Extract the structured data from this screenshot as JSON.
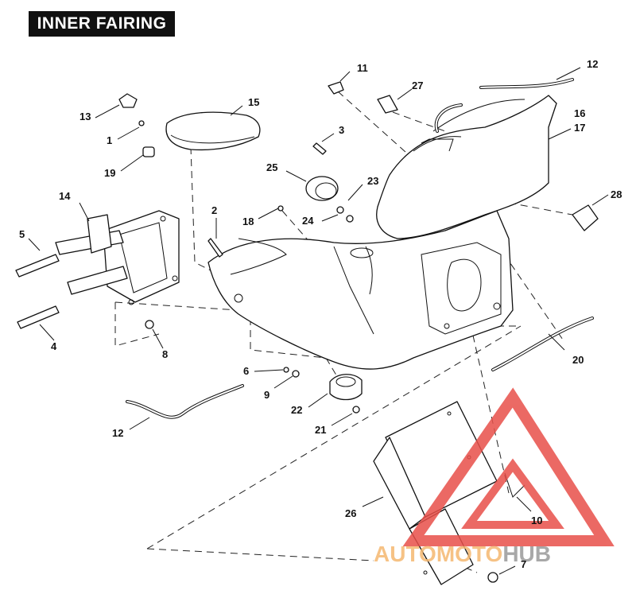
{
  "title": "INNER FAIRING",
  "callouts": [
    {
      "id": "1",
      "label": "1"
    },
    {
      "id": "2",
      "label": "2"
    },
    {
      "id": "3",
      "label": "3"
    },
    {
      "id": "4",
      "label": "4"
    },
    {
      "id": "5",
      "label": "5"
    },
    {
      "id": "6",
      "label": "6"
    },
    {
      "id": "7",
      "label": "7"
    },
    {
      "id": "8",
      "label": "8"
    },
    {
      "id": "9",
      "label": "9"
    },
    {
      "id": "10",
      "label": "10"
    },
    {
      "id": "11",
      "label": "11"
    },
    {
      "id": "12a",
      "label": "12"
    },
    {
      "id": "12b",
      "label": "12"
    },
    {
      "id": "13",
      "label": "13"
    },
    {
      "id": "14",
      "label": "14"
    },
    {
      "id": "15",
      "label": "15"
    },
    {
      "id": "16",
      "label": "16"
    },
    {
      "id": "17",
      "label": "17"
    },
    {
      "id": "18",
      "label": "18"
    },
    {
      "id": "19",
      "label": "19"
    },
    {
      "id": "20",
      "label": "20"
    },
    {
      "id": "21",
      "label": "21"
    },
    {
      "id": "22",
      "label": "22"
    },
    {
      "id": "23",
      "label": "23"
    },
    {
      "id": "24",
      "label": "24"
    },
    {
      "id": "25",
      "label": "25"
    },
    {
      "id": "26",
      "label": "26"
    },
    {
      "id": "27",
      "label": "27"
    },
    {
      "id": "28",
      "label": "28"
    }
  ],
  "watermark": {
    "part1": "AUTOMOTO",
    "part2": "HUB",
    "color1": "#f5b870",
    "color2": "#9a9a9a",
    "triangle_color": "#e8504a"
  }
}
